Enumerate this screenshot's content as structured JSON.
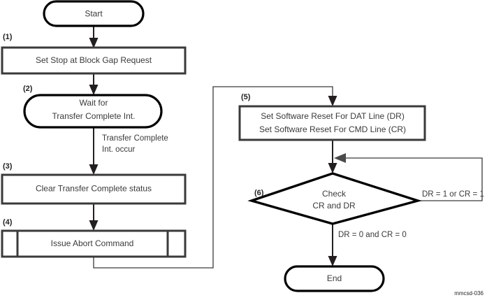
{
  "diagram": {
    "caption": "mmcsd-036",
    "nodes": {
      "start": {
        "label": "Start",
        "shape": "terminator"
      },
      "step1": {
        "number": "(1)",
        "label": "Set Stop at Block Gap Request",
        "shape": "process"
      },
      "step2": {
        "number": "(2)",
        "line1": "Wait for",
        "line2": "Transfer Complete Int.",
        "shape": "rounded-process"
      },
      "step3": {
        "number": "(3)",
        "label": "Clear Transfer Complete status",
        "shape": "process"
      },
      "step4": {
        "number": "(4)",
        "label": "Issue Abort Command",
        "shape": "predefined-process"
      },
      "step5": {
        "number": "(5)",
        "line1": "Set Software Reset For DAT Line (DR)",
        "line2": "Set Software Reset For CMD Line (CR)",
        "shape": "process"
      },
      "step6": {
        "number": "(6)",
        "line1": "Check",
        "line2": "CR and DR",
        "shape": "decision"
      },
      "end": {
        "label": "End",
        "shape": "terminator"
      }
    },
    "edge_labels": {
      "transfer_complete_line1": "Transfer Complete",
      "transfer_complete_line2": "Int. occur",
      "decision_yes": "DR = 1 or CR = 1",
      "decision_no": "DR = 0 and CR = 0"
    },
    "colors": {
      "stroke": "#000000",
      "box_stroke": "#3a3a3a",
      "text": "#3a3a3a",
      "label_text": "#231f20",
      "background": "#ffffff"
    }
  }
}
